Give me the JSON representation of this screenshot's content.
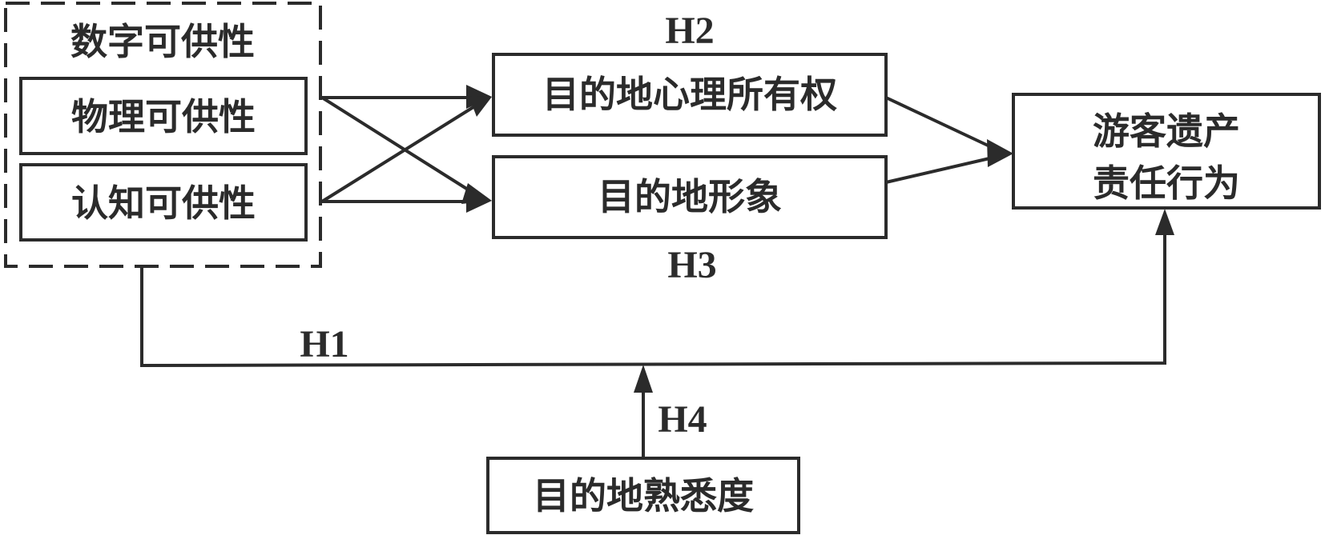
{
  "diagram": {
    "group": {
      "title": "数字可供性",
      "items": [
        "物理可供性",
        "认知可供性"
      ]
    },
    "mediators": [
      "目的地心理所有权",
      "目的地形象"
    ],
    "outcome": {
      "lines": [
        "游客遗产",
        "责任行为"
      ]
    },
    "moderator": "目的地熟悉度",
    "hypotheses": {
      "h1": "H1",
      "h2": "H2",
      "h3": "H3",
      "h4": "H4"
    },
    "colors": {
      "stroke": "#2b2b2b",
      "background": "#ffffff"
    }
  }
}
